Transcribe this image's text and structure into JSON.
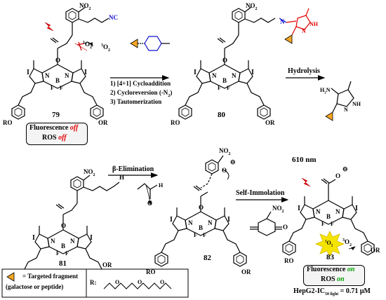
{
  "compounds": {
    "c79": "79",
    "c80": "80",
    "c81": "81",
    "c82": "82",
    "c83": "83"
  },
  "atoms": {
    "I": "I",
    "N": "N",
    "B": "B",
    "F": "F",
    "O": "O",
    "NO2": "NO",
    "NO2_sub": "2",
    "NC": "NC",
    "NH": "NH",
    "H2N": "H",
    "H2N_sub": "2",
    "H2N_N": "N",
    "RO": "RO",
    "OR": "OR",
    "H": "H",
    "O2_1": "O",
    "O2_1_pre": "1",
    "O2_1_sub": "2",
    "O2_3_pre": "3",
    "O2_3": "O",
    "O2_3_sub": "2",
    "minus": "⊖"
  },
  "reactions": {
    "step1": "1) [4+1] Cycloaddition",
    "step2": "2) Cycloreversion (-N",
    "step2_sub": "2",
    "step2_end": ")",
    "step3": "3) Tautomerization",
    "hydrolysis": "Hydrolysis",
    "beta_elim": "β-Elimination",
    "self_immol": "Self-Immolation"
  },
  "status_79": {
    "fluorescence": "Fluorescence ",
    "off1": "off",
    "ros": "ROS ",
    "off2": "off"
  },
  "status_83": {
    "fluorescence": "Fluorescence ",
    "on1": "on",
    "ros": "ROS ",
    "on2": "on"
  },
  "wavelength": "610 nm",
  "ic50": {
    "prefix": "HepG2-IC",
    "sub": "50 light",
    "value": " = 0.71 μM"
  },
  "legend": {
    "targeted": "= Targeted fragment",
    "targeted2": "(galactose or peptide)",
    "r_label": "R:"
  },
  "colors": {
    "red": "#e00000",
    "green": "#00a000",
    "blue": "#1010d0",
    "orange": "#f5a623",
    "yellow": "#f5e400",
    "box_bg": "#f4f4f4"
  }
}
